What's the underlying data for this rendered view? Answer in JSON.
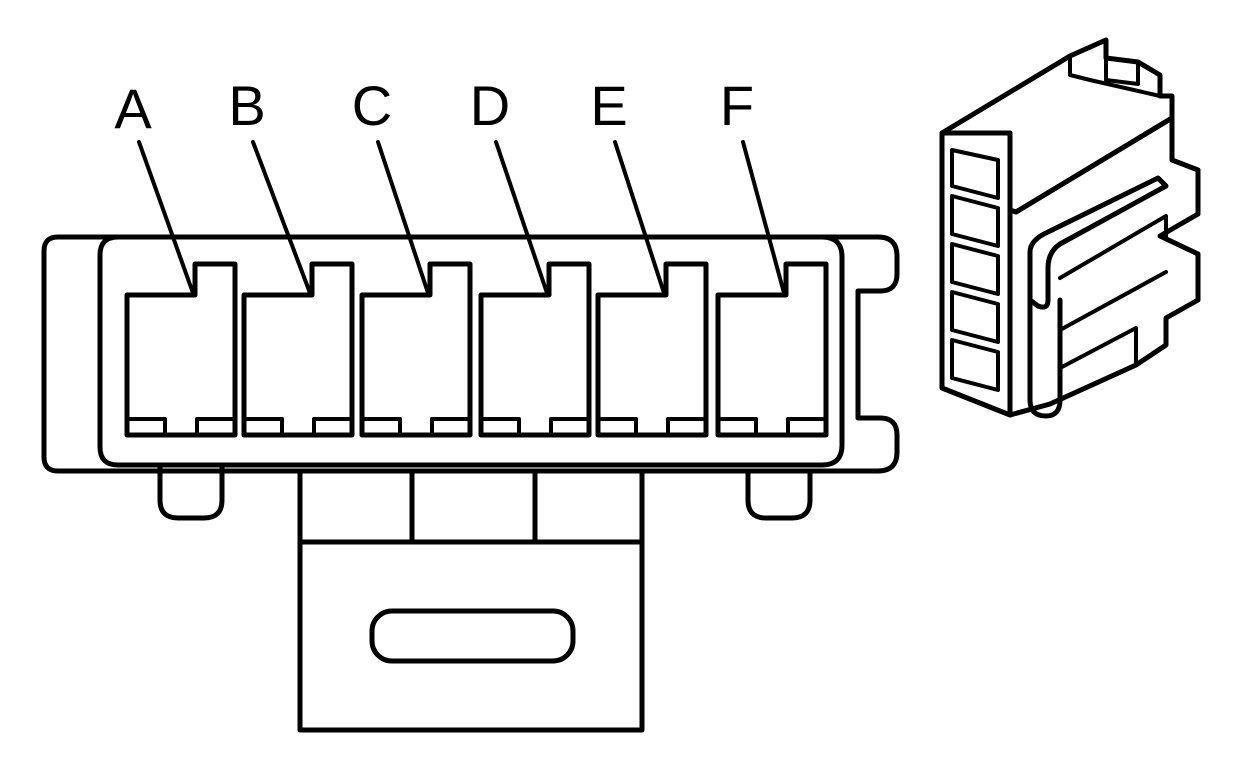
{
  "pin_labels": [
    "A",
    "B",
    "C",
    "D",
    "E",
    "F"
  ],
  "colors": {
    "ink": "#000000",
    "background": "#ffffff"
  }
}
